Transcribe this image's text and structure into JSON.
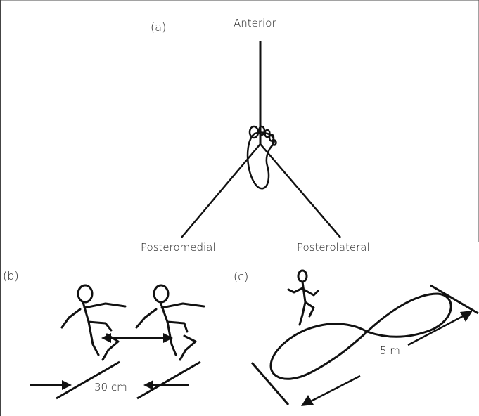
{
  "panels": {
    "a": {
      "label": "(a)",
      "directions": {
        "anterior": "Anterior",
        "posteromedial": "Posteromedial",
        "posterolateral": "Posterolateral"
      }
    },
    "b": {
      "label": "(b)",
      "distance": "30 cm"
    },
    "c": {
      "label": "(c)",
      "distance": "5 m"
    }
  }
}
